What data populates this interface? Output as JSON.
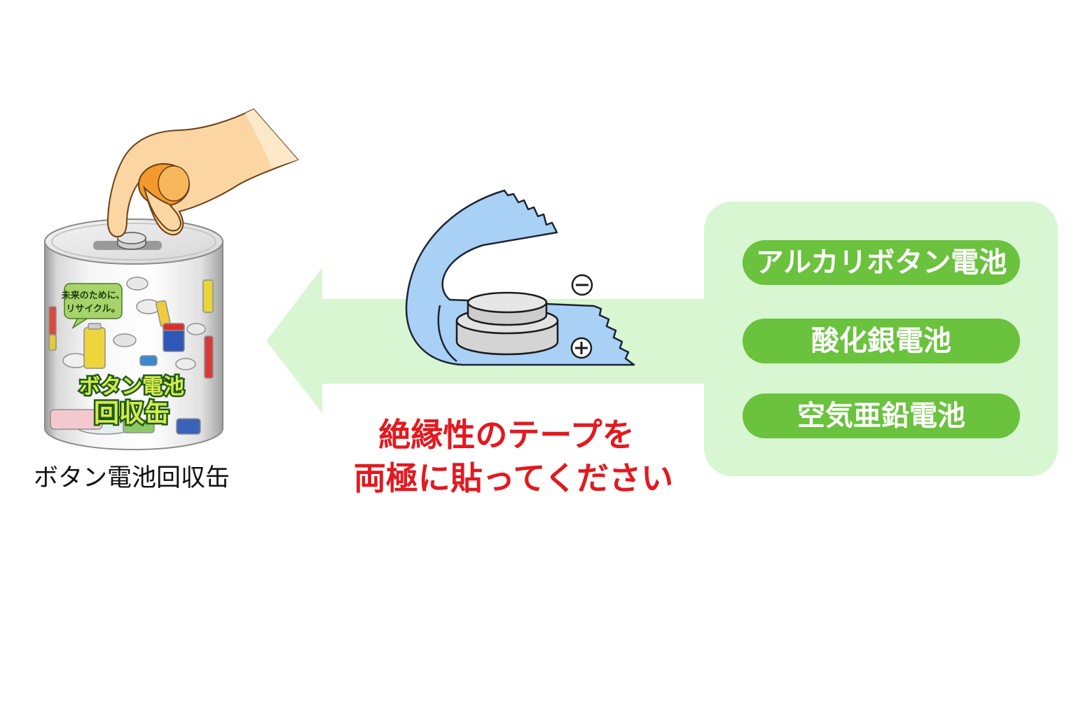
{
  "can": {
    "slogan_line1": "未来のために、",
    "slogan_line2": "リサイクル。",
    "label_line1": "ボタン電池",
    "label_line2": "回収缶",
    "caption": "ボタン電池回収缶"
  },
  "instruction": {
    "line1": "絶縁性のテープを",
    "line2": "両極に貼ってください"
  },
  "battery_types": {
    "items": [
      "アルカリボタン電池",
      "酸化銀電池",
      "空気亜鉛電池"
    ]
  },
  "icons": {
    "can": "recycling-can-icon",
    "hand": "hand-icon",
    "arrow": "left-arrow",
    "tape": "insulating-tape-icon",
    "battery": "button-battery-icon",
    "negative": "minus-terminal-icon",
    "positive": "plus-terminal-icon"
  },
  "colors": {
    "arrow": "#d8f6d2",
    "panel": "#d8f6d2",
    "pill": "#6ac23d",
    "instruction_text": "#e3191f",
    "tape": "#a9d0f5",
    "battery_in_hand": "#f29a2e"
  }
}
